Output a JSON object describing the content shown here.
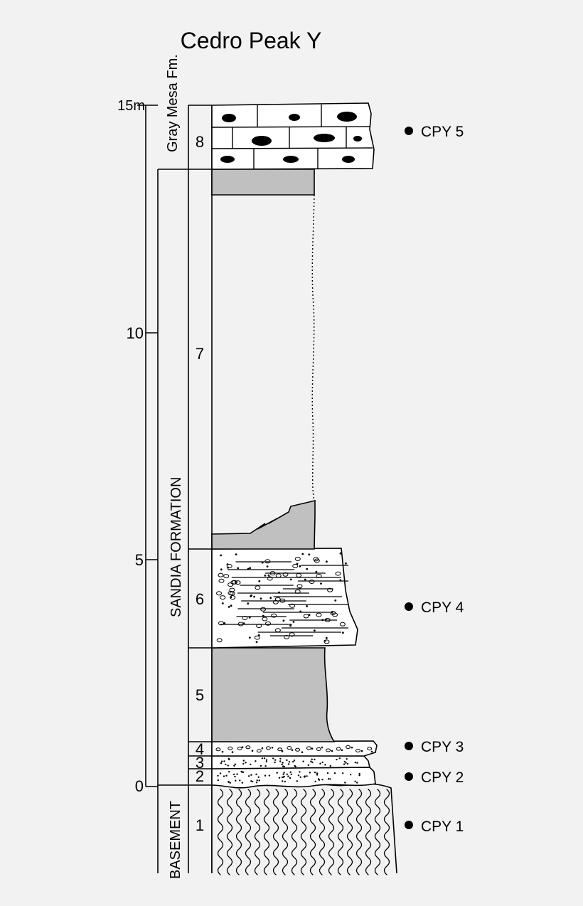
{
  "title": "Cedro Peak Y",
  "axis": {
    "unit_ticks": [
      {
        "value": 15,
        "label": "15m"
      },
      {
        "value": 10,
        "label": "10"
      },
      {
        "value": 5,
        "label": "5"
      },
      {
        "value": 0,
        "label": "0"
      }
    ]
  },
  "formations": [
    {
      "id": "gray-mesa",
      "name": "Gray Mesa Fm."
    },
    {
      "id": "sandia",
      "name": "SANDIA FORMATION"
    },
    {
      "id": "basement",
      "name": "BASEMENT"
    }
  ],
  "units": [
    {
      "number": "1",
      "lithology": "basement metamorphic rock",
      "base_m": -1.9,
      "top_m": 0.0
    },
    {
      "number": "2",
      "lithology": "sandstone",
      "base_m": 0.0,
      "top_m": 0.36
    },
    {
      "number": "3",
      "lithology": "sandstone",
      "base_m": 0.36,
      "top_m": 0.6
    },
    {
      "number": "4",
      "lithology": "pebbly sandstone",
      "base_m": 0.6,
      "top_m": 0.9
    },
    {
      "number": "5",
      "lithology": "shale",
      "base_m": 0.9,
      "top_m": 3.0
    },
    {
      "number": "6",
      "lithology": "conglomeratic cross-bedded sandstone",
      "base_m": 3.0,
      "top_m": 5.2
    },
    {
      "number": "7",
      "lithology": "covered interval / shale",
      "base_m": 5.2,
      "top_m": 13.6
    },
    {
      "number": "8",
      "lithology": "cherty limestone",
      "base_m": 13.6,
      "top_m": 15.0
    }
  ],
  "samples": [
    {
      "label": "CPY 5",
      "position_m": 14.4
    },
    {
      "label": "CPY 4",
      "position_m": 3.9
    },
    {
      "label": "CPY 3",
      "position_m": 0.85
    },
    {
      "label": "CPY 2",
      "position_m": 0.2
    },
    {
      "label": "CPY 1",
      "position_m": -0.9
    }
  ],
  "colors": {
    "shale_fill": "#c0c0c0",
    "ink": "#000000",
    "background": "#f2f2f2",
    "paper": "#ffffff"
  }
}
